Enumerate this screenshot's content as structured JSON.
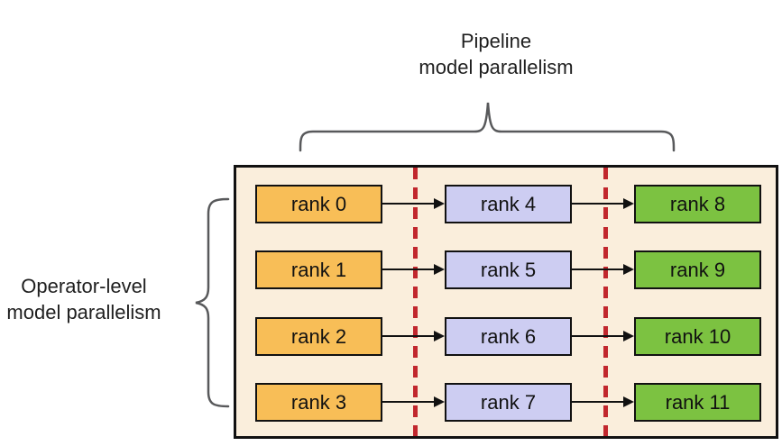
{
  "title": {
    "line1": "Pipeline",
    "line2": "model parallelism"
  },
  "left_label": {
    "line1": "Operator-level",
    "line2": "model parallelism"
  },
  "grid": {
    "rows": [
      {
        "cells": [
          {
            "label": "rank 0"
          },
          {
            "label": "rank 4"
          },
          {
            "label": "rank 8"
          }
        ]
      },
      {
        "cells": [
          {
            "label": "rank 1"
          },
          {
            "label": "rank 5"
          },
          {
            "label": "rank 9"
          }
        ]
      },
      {
        "cells": [
          {
            "label": "rank 2"
          },
          {
            "label": "rank 6"
          },
          {
            "label": "rank 10"
          }
        ]
      },
      {
        "cells": [
          {
            "label": "rank 3"
          },
          {
            "label": "rank 7"
          },
          {
            "label": "rank 11"
          }
        ]
      }
    ]
  },
  "colors": {
    "stage1_box": "#F8BE57",
    "stage2_box": "#CDCDF2",
    "stage3_box": "#7CC241",
    "container_bg": "#FAEEDC",
    "container_border": "#111111",
    "divider_dashed": "#C1272D",
    "brace": "#58595B"
  }
}
